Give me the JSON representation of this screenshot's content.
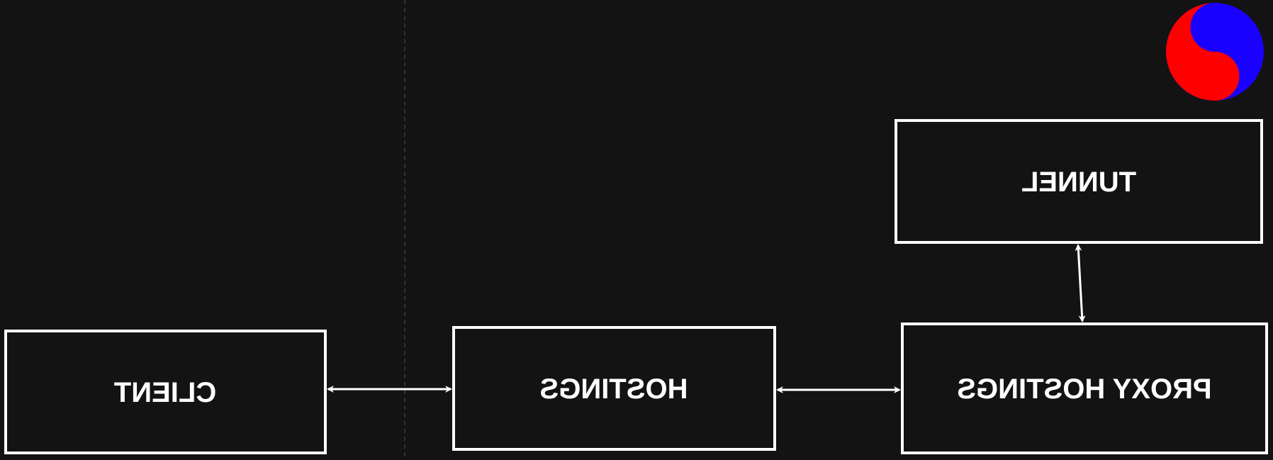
{
  "diagram": {
    "nodes": {
      "client": {
        "label": "CLIENT"
      },
      "hostings": {
        "label": "HOSTINGS"
      },
      "proxy": {
        "label": "PROXY HOSTINGS"
      },
      "tunnel": {
        "label": "TUNNEL"
      }
    },
    "edges": [
      {
        "from": "client",
        "to": "hostings",
        "direction": "both"
      },
      {
        "from": "hostings",
        "to": "proxy",
        "direction": "both"
      },
      {
        "from": "proxy",
        "to": "tunnel",
        "direction": "both"
      }
    ],
    "rendering": "mirrored-horizontally"
  },
  "logo": {
    "icon": "yin-yang-icon",
    "colors": [
      "#ff0000",
      "#1a00ff"
    ]
  },
  "colors": {
    "background": "#131313",
    "stroke": "#ffffff",
    "text": "#ffffff",
    "divider": "#3a3a3a"
  }
}
